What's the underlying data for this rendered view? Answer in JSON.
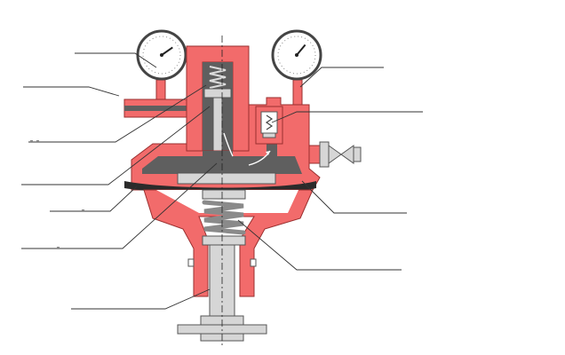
{
  "diagram": {
    "subject": "pressure-regulator-cross-section",
    "colors": {
      "housing": "#f26b6b",
      "housing_edge": "#9a2f2f",
      "cavity": "#5f5f5f",
      "cavity_dark": "#4a4a4a",
      "metal": "#d6d6d6",
      "metal_edge": "#555555",
      "diaphragm": "#2b2b2b",
      "leader": "#333333",
      "gauge_face": "#ffffff"
    },
    "gauges": [
      {
        "name": "upstream-gauge",
        "needle_angle_deg": 55
      },
      {
        "name": "downstream-gauge",
        "needle_angle_deg": 40
      }
    ],
    "callouts": {
      "left_count": 7,
      "right_count": 4,
      "labels": []
    }
  }
}
